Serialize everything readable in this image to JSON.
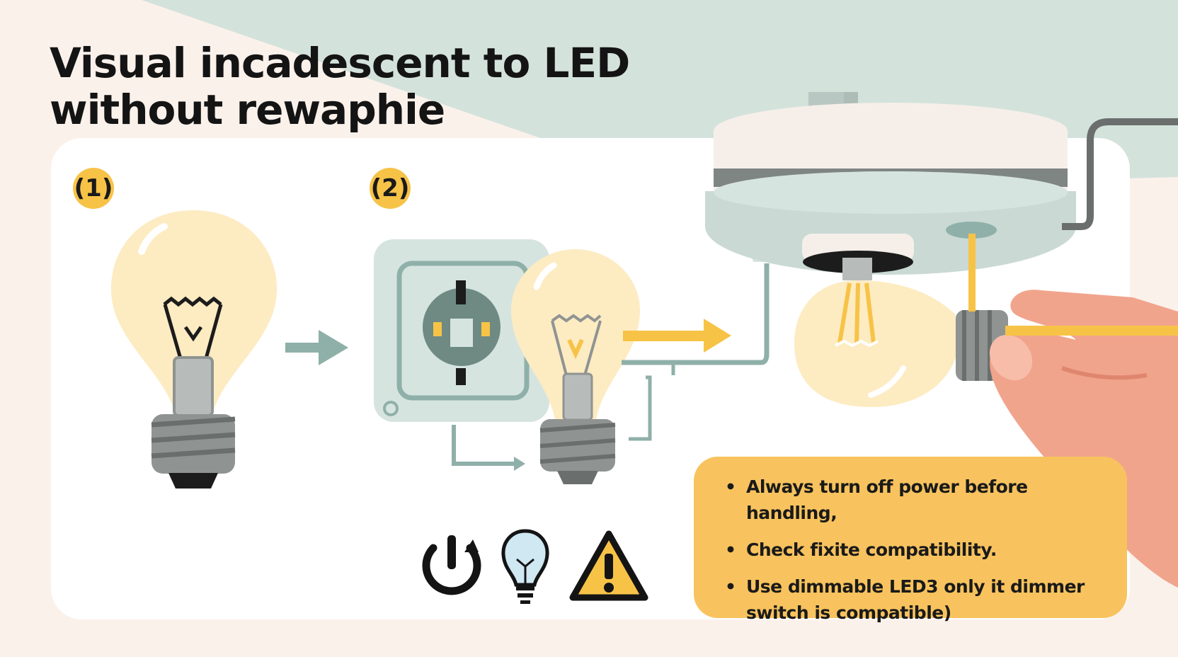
{
  "title": {
    "line1": "Visual incadescent to LED",
    "line2": "without rewaphie"
  },
  "steps": [
    {
      "badge": "(1)"
    },
    {
      "badge": "(2)"
    }
  ],
  "tips": [
    "Always turn off power before handling,",
    "Check fixite compatibility.",
    "Use dimmable LED3 only it dimmer switch is compatible)"
  ],
  "icons": [
    "power-icon",
    "led-bulb-icon",
    "warning-icon"
  ],
  "colors": {
    "background": "#fbf1eb",
    "ceiling": "#d4e2dc",
    "panel": "#ffffff",
    "accent_yellow": "#f7c347",
    "tips_box": "#f8c35e",
    "bulb_glass": "#fdebc2",
    "metal_grey": "#8f9492",
    "arrow_teal": "#8fb0a8",
    "hand_skin": "#f1a48c"
  }
}
